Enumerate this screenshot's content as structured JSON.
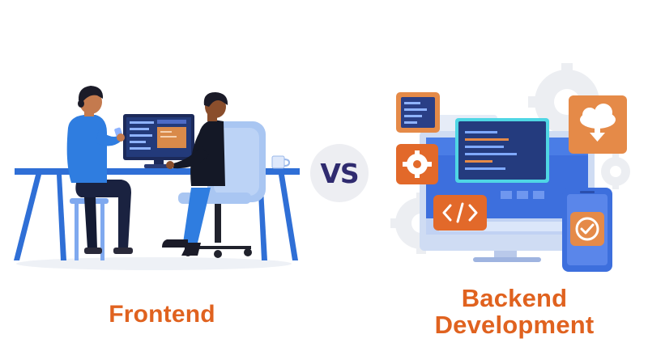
{
  "labels": {
    "left": "Frontend",
    "vs": "VS",
    "right_line1": "Backend",
    "right_line2": "Development"
  },
  "icons": {
    "left_illustration": "two-developers-at-desk-illustration",
    "right_illustration": "backend-server-monitor-illustration",
    "items": [
      "code-window-icon",
      "gear-icon",
      "code-brackets-icon",
      "cloud-download-icon",
      "checkmark-icon",
      "mobile-phone-icon",
      "coffee-mug-icon"
    ]
  },
  "colors": {
    "accent_orange": "#e0621f",
    "vs_text": "#2f2b6f",
    "vs_badge": "#edeef2",
    "desk_blue": "#2f6fd6",
    "shirt_blue": "#2f7de0",
    "screen_navy": "#1d2f6b",
    "chair_light_blue": "#a9c6f2"
  }
}
